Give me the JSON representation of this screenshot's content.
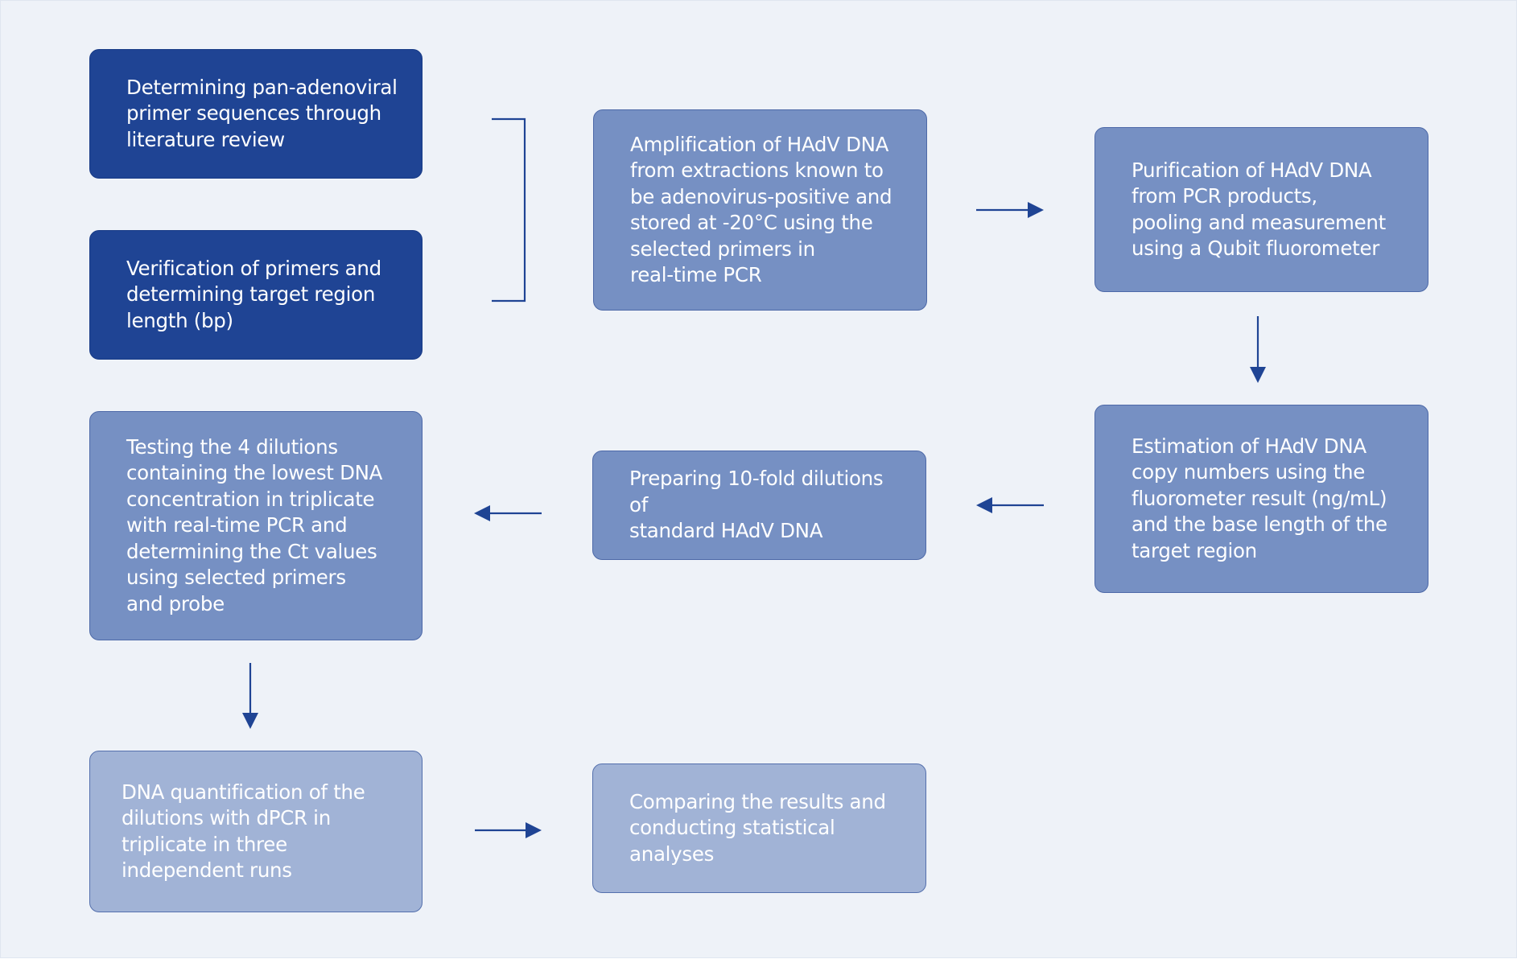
{
  "colors": {
    "background": "#eef2f8",
    "step_dark": "#1f4494",
    "step_mid": "#7690c3",
    "step_light": "#a1b3d6",
    "connector": "#1f4494",
    "text": "#ffffff"
  },
  "steps": {
    "primer_literature": "Determining pan-adenoviral\nprimer sequences through\nliterature review",
    "primer_verification": "Verification of primers and\ndetermining target region\nlength (bp)",
    "amplification": "Amplification of HAdV DNA\nfrom extractions known to\nbe adenovirus-positive and\nstored at -20°C using the\nselected primers in\nreal-time PCR",
    "purification": "Purification of HAdV DNA\nfrom PCR products,\n pooling and measurement\nusing a Qubit fluorometer",
    "estimation": "Estimation of HAdV DNA\ncopy numbers using the\nfluorometer result (ng/mL)\nand the base length of the\ntarget region",
    "dilutions": "Preparing 10-fold dilutions of\nstandard HAdV DNA",
    "testing": "Testing the 4 dilutions\ncontaining the lowest DNA\nconcentration in triplicate\nwith real-time PCR and\ndetermining the Ct values\nusing selected primers\nand probe",
    "dpcr": "DNA quantification of the\ndilutions with dPCR in\ntriplicate in three\nindependent runs",
    "comparison": "Comparing the results and\nconducting statistical\nanalyses"
  }
}
